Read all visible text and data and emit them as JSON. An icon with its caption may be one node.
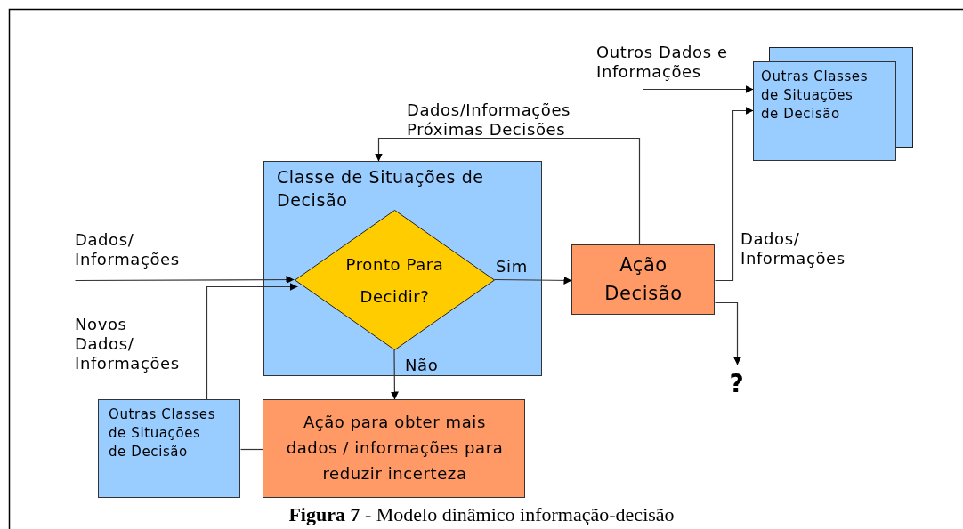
{
  "diagram": {
    "caption": "**Figura 7** - Modelo dinâmico informação-decisão",
    "nodes": [
      {
        "text": [
          "Classe de Situações de Decisão"
        ]
      },
      {
        "text": [
          "Pronto Para Decidir?"
        ],
        "in": 0
      },
      {
        "text": [
          "Ação Decisão"
        ]
      },
      {
        "text": [
          "Outras Classes de Situações de Decisão"
        ]
      },
      {
        "text": [
          "Ação para obter mais dados / informações para reduzir incerteza"
        ]
      },
      {
        "text": [
          "Outras Classes de Situações de Decisão"
        ]
      },
      {
        "text": [
          "?"
        ]
      }
    ],
    "edges": [
      {
        "from": null,
        "to": 1,
        "arrow": "to",
        "label": "Dados/ Informações"
      },
      {
        "from": 5,
        "to": 1,
        "arrow": "to",
        "label": "Novos Dados/ Informações"
      },
      {
        "from": 1,
        "to": 2,
        "arrow": "to",
        "label": "Sim"
      },
      {
        "from": 1,
        "to": 4,
        "arrow": "to",
        "label": "Não"
      },
      {
        "from": 2,
        "to": 0,
        "arrow": "to",
        "label": "Dados/Informações Próximas Decisões"
      },
      {
        "from": 2,
        "to": 3,
        "arrow": "to",
        "label": "Dados/ Informações"
      },
      {
        "from": null,
        "to": 3,
        "arrow": "to",
        "label": "Outros Dados e Informações"
      },
      {
        "from": 2,
        "to": 6,
        "arrow": "to"
      },
      {
        "from": 4,
        "to": 5,
        "arrow": "none"
      }
    ]
  }
}
